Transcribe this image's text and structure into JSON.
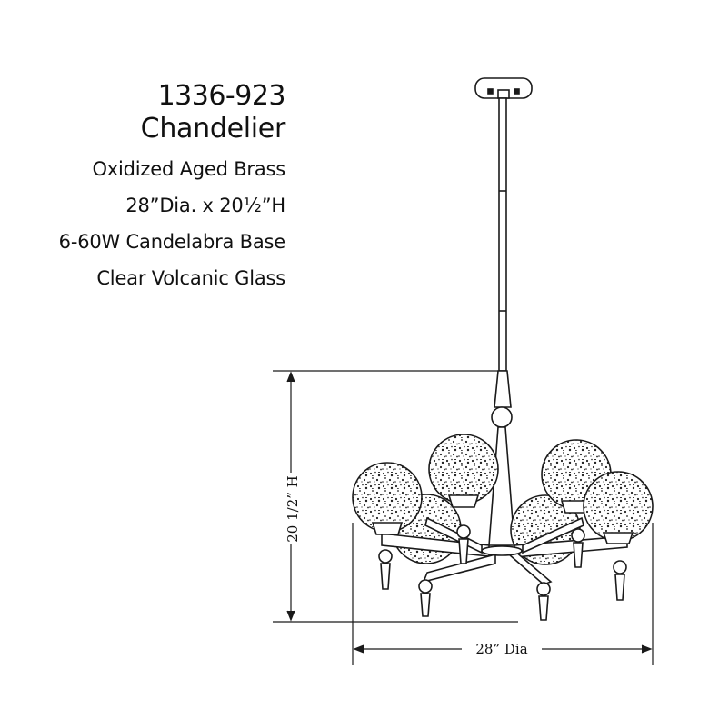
{
  "spec": {
    "model": "1336-923",
    "name": "Chandelier",
    "details": [
      "Oxidized Aged Brass",
      "28”Dia. x 20½”H",
      "6-60W Candelabra Base",
      "Clear Volcanic Glass"
    ]
  },
  "dimensions": {
    "height_label": "20 1/2” H",
    "width_label": "28” Dia"
  },
  "colors": {
    "line": "#1a1a1a",
    "fill": "#ffffff"
  }
}
